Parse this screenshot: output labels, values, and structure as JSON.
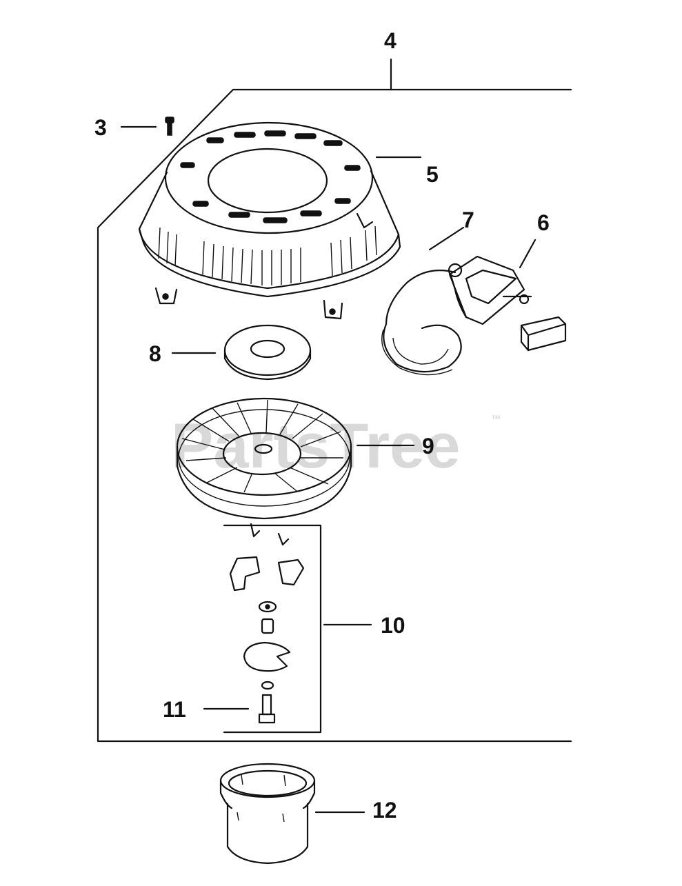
{
  "diagram": {
    "watermark": "PartsTree",
    "watermark_mark": "™",
    "callouts": {
      "c3": "3",
      "c4": "4",
      "c5": "5",
      "c6": "6",
      "c7": "7",
      "c8": "8",
      "c9": "9",
      "c10": "10",
      "c11": "11",
      "c12": "12"
    }
  }
}
